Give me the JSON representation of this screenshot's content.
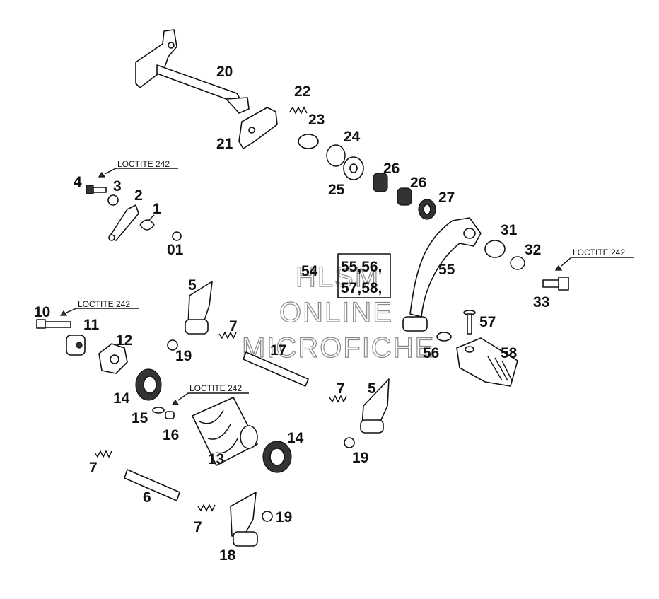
{
  "watermark": {
    "line1": "HLSM",
    "line2": "ONLINE",
    "line3": "MICROFICHE"
  },
  "loctite": [
    "LOCTITE 242",
    "LOCTITE 242",
    "LOCTITE 242",
    "LOCTITE 242"
  ],
  "labels": {
    "p20": "20",
    "p21": "21",
    "p22": "22",
    "p23": "23",
    "p24": "24",
    "p25": "25",
    "p26a": "26",
    "p26b": "26",
    "p27": "27",
    "p4": "4",
    "p3": "3",
    "p2": "2",
    "p1": "1",
    "p01": "01",
    "p31": "31",
    "p32": "32",
    "p33": "33",
    "p55": "55",
    "p54": "54",
    "box_line1": "55,56,",
    "box_line2": "57,58,",
    "p5a": "5",
    "p10": "10",
    "p11": "11",
    "p12": "12",
    "p7a": "7",
    "p19a": "19",
    "p17": "17",
    "p57": "57",
    "p56": "56",
    "p58": "58",
    "p14a": "14",
    "p15": "15",
    "p16": "16",
    "p13": "13",
    "p14b": "14",
    "p7b": "7",
    "p5b": "5",
    "p19b": "19",
    "p7c": "7",
    "p6": "6",
    "p7d": "7",
    "p19c": "19",
    "p18": "18"
  }
}
